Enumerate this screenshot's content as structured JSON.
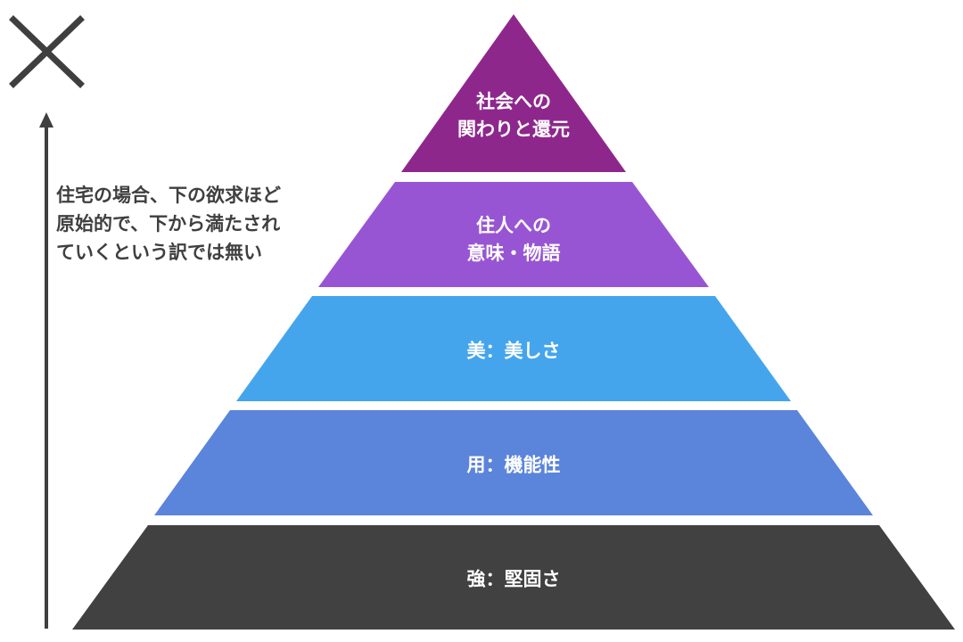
{
  "side_note": "住宅の場合、下の欲求ほど\n原始的で、下から満たされ\nていくという訳では無い",
  "tiers": [
    {
      "label": "社会への\n関わりと還元",
      "color": "#8e278c"
    },
    {
      "label": "住人への\n意味・物語",
      "color": "#9855d3"
    },
    {
      "label": "美：美しさ",
      "color": "#45a5ec"
    },
    {
      "label": "用：機能性",
      "color": "#5b84db"
    },
    {
      "label": "強：堅固さ",
      "color": "#414141"
    }
  ],
  "arrow_color": "#3f3f3f",
  "cross_color": "#3f3f3f"
}
